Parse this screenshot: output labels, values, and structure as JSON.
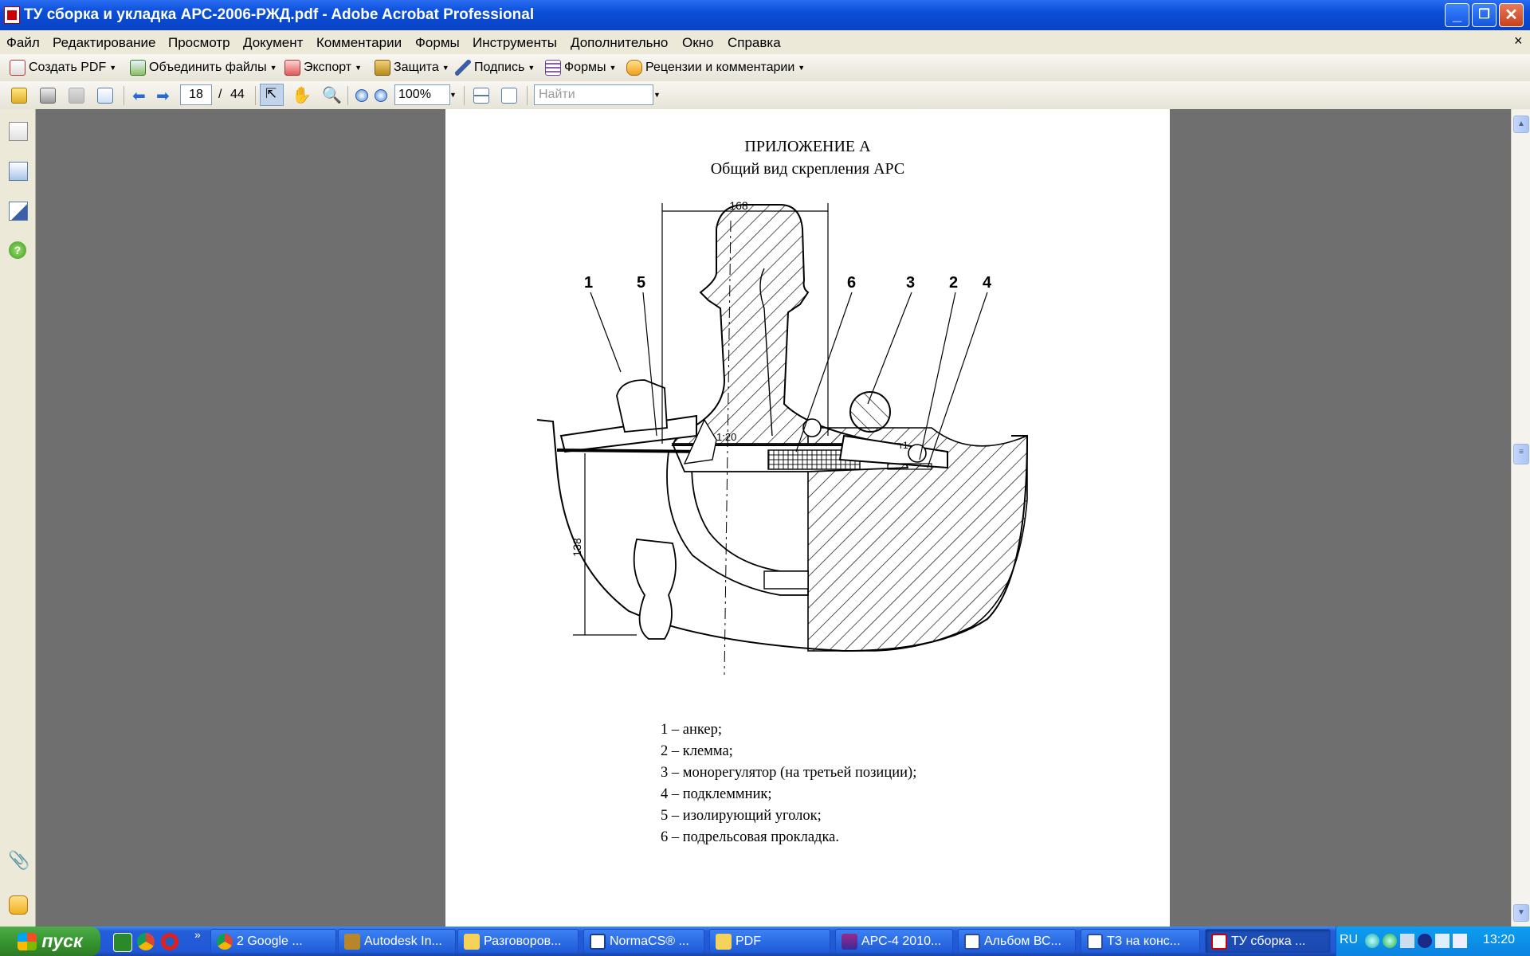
{
  "window": {
    "title": "ТУ сборка и укладка АРС-2006-РЖД.pdf - Adobe Acrobat Professional",
    "controls": {
      "minimize": "_",
      "restore": "❐",
      "close": "✕"
    }
  },
  "menubar": {
    "items": [
      "Файл",
      "Редактирование",
      "Просмотр",
      "Документ",
      "Комментарии",
      "Формы",
      "Инструменты",
      "Дополнительно",
      "Окно",
      "Справка"
    ],
    "close_doc": "×"
  },
  "toolbar1": {
    "create_pdf": "Создать PDF",
    "combine": "Объединить файлы",
    "export": "Экспорт",
    "protect": "Защита",
    "sign": "Подпись",
    "forms": "Формы",
    "review": "Рецензии и комментарии"
  },
  "toolbar2": {
    "page_current": "18",
    "page_sep": "/",
    "page_total": "44",
    "zoom": "100%",
    "find_placeholder": "Найти"
  },
  "document": {
    "heading": "ПРИЛОЖЕНИЕ А",
    "subheading": "Общий вид скрепления АРС",
    "drawing": {
      "dim_width": "168",
      "dim_height": "138",
      "slope": "1:20",
      "radius": "r1",
      "callouts": [
        "1",
        "5",
        "6",
        "3",
        "2",
        "4"
      ]
    },
    "legend": [
      "1 – анкер;",
      "2 – клемма;",
      "3 – монорегулятор (на третьей позиции);",
      "4 – подклеммник;",
      "5 – изолирующий уголок;",
      "6 – подрельсовая прокладка."
    ]
  },
  "taskbar": {
    "start": "пуск",
    "more": "»",
    "buttons": [
      "2 Google ...",
      "Autodesk In...",
      "Разговоров...",
      "NormaCS® ...",
      "PDF",
      "АРС-4 2010...",
      "Альбом ВС...",
      "ТЗ на конс...",
      "ТУ сборка ..."
    ],
    "lang": "RU",
    "clock": "13:20"
  },
  "colors": {
    "titlebar": "#0a4ed9",
    "taskbar": "#245edb",
    "start": "#37962f",
    "doc_bg": "#6f6f6f"
  }
}
